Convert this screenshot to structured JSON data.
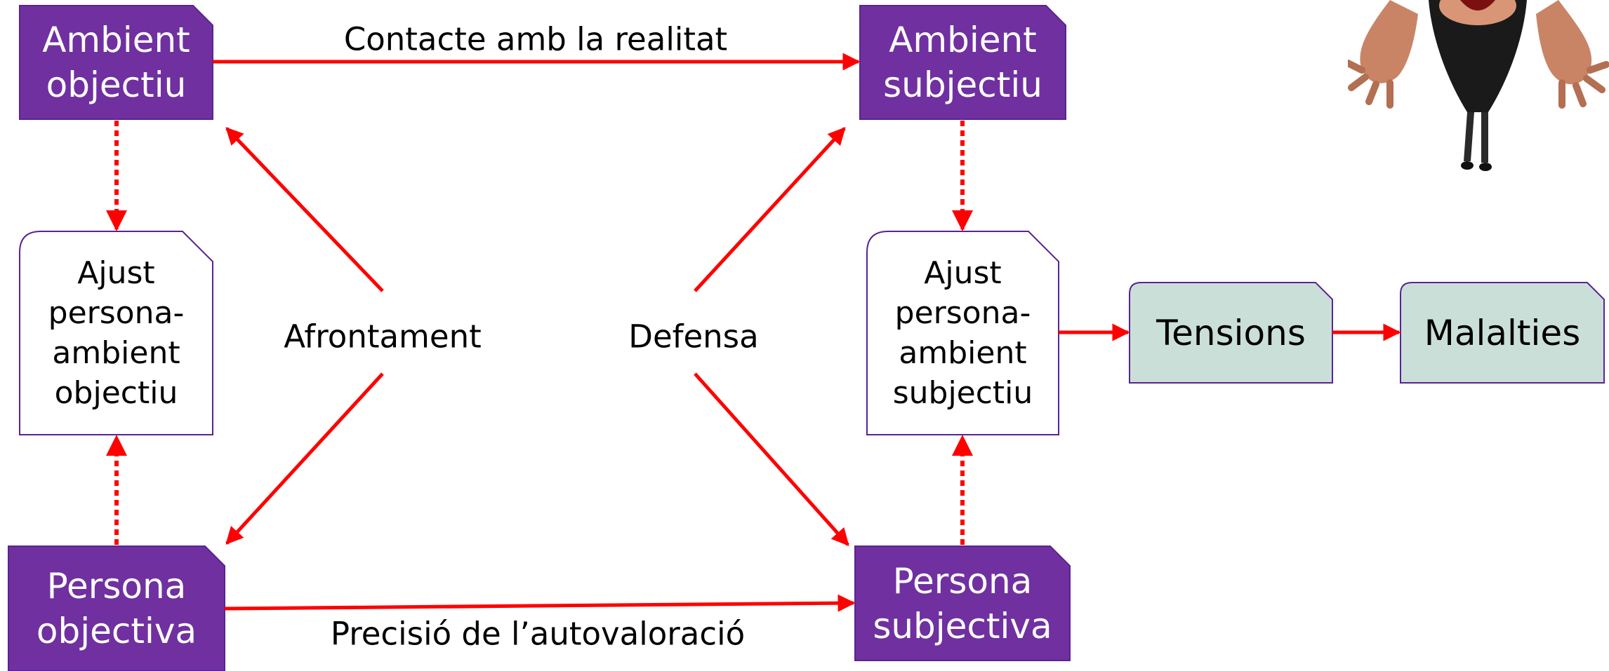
{
  "colors": {
    "purple": "#7030a0",
    "purple_border": "#5a2390",
    "mint": "#cbdfd9",
    "arrow_red": "#ff0000",
    "outline": "#5a2390"
  },
  "nodes": {
    "ambient_objectiu": [
      "Ambient",
      "objectiu"
    ],
    "ambient_subjectiu": [
      "Ambient",
      "subjectiu"
    ],
    "ajust_objectiu": [
      "Ajust",
      "persona-",
      "ambient",
      "objectiu"
    ],
    "ajust_subjectiu": [
      "Ajust",
      "persona-",
      "ambient",
      "subjectiu"
    ],
    "persona_objectiva": [
      "Persona",
      "objectiva"
    ],
    "persona_subjectiva": [
      "Persona",
      "subjectiva"
    ],
    "tensions": "Tensions",
    "malalties": "Malalties"
  },
  "labels": {
    "contacte": "Contacte amb la realitat",
    "precisio": "Precisió de l’autovaloració",
    "afrontament": "Afrontament",
    "defensa": "Defensa"
  },
  "photo": {
    "icon": "screaming-woman-photo"
  }
}
